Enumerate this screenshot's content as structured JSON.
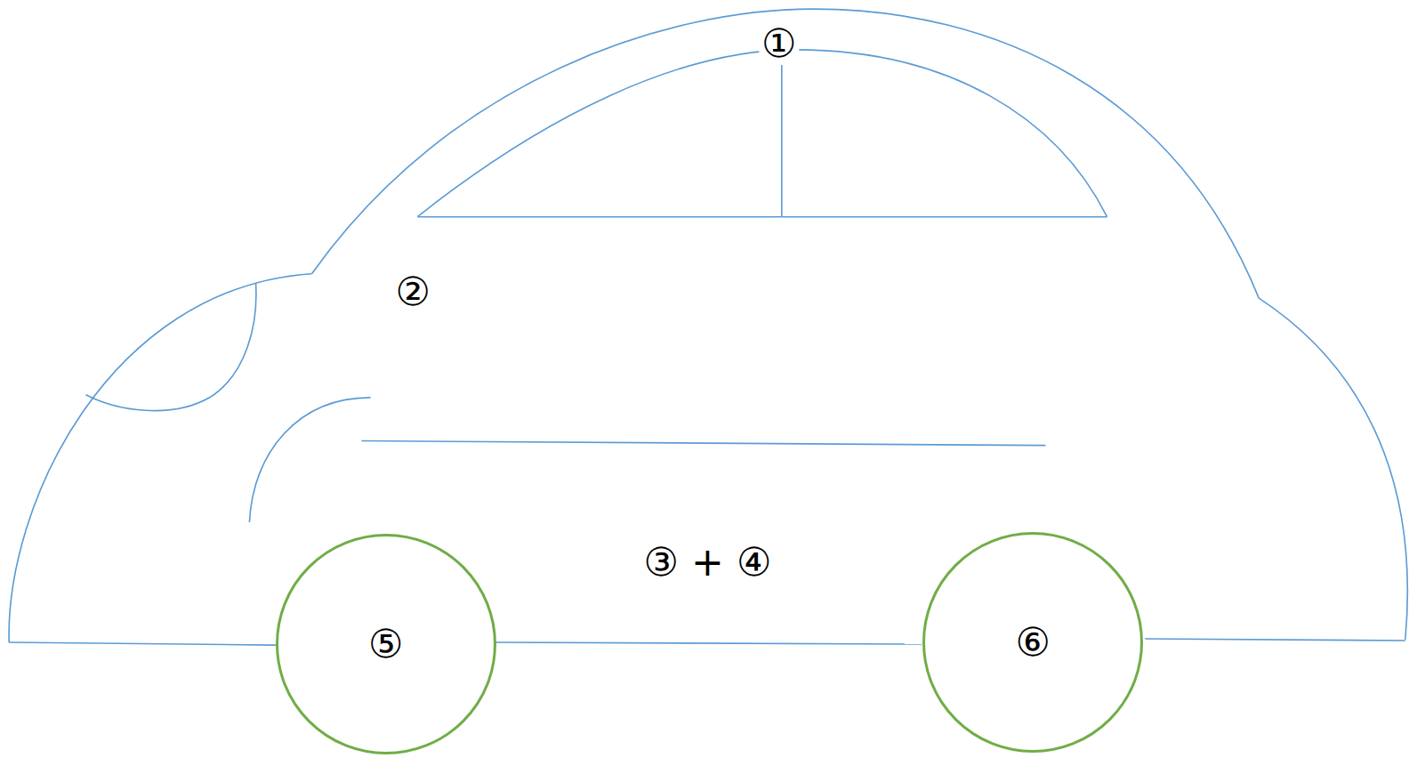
{
  "diagram": {
    "nodes": [
      {
        "text": [
          "⑤"
        ]
      },
      {
        "text": [
          "⑥"
        ]
      }
    ],
    "labels": [
      "①",
      "②",
      "③ + ④"
    ]
  }
}
